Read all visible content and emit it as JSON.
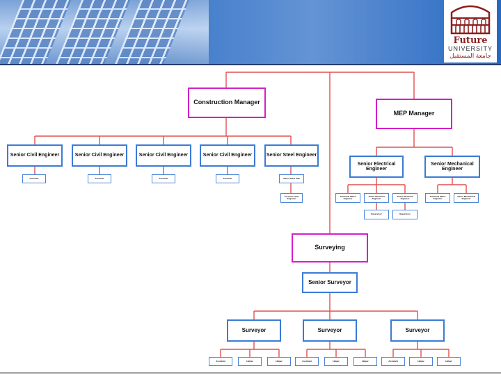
{
  "header": {
    "logo": {
      "word_en": "Future",
      "word_en2": "UNIVERSITY",
      "word_ar": "جامعة المستقبل",
      "color": "#8b1e1e"
    }
  },
  "colors": {
    "manager_border": "#d41fc8",
    "engineer_border": "#3a7bd5",
    "connector": "#e05050"
  },
  "org": {
    "construction_manager": "Construction Manager",
    "mep_manager": "MEP Manager",
    "civil_engineers": [
      "Senior Civil Engineer",
      "Senior Civil Engineer",
      "Senior Civil Engineer",
      "Senior Civil Engineer"
    ],
    "steel_engineer": "Senior Steel Engineer",
    "foremen": [
      "Foreman",
      "Foreman",
      "Foreman",
      "Foreman"
    ],
    "junior_steel": "Junior Steel man",
    "foreman_steel": "Foreman steel Engineer",
    "electrical_engineer": "Senior Electrical Engineer",
    "mechanical_engineer": "Senior Mechanical Engineer",
    "electrical_subs": [
      "Technical Office Engineer",
      "Junior Electrical Engineer",
      "Junior Electrical Engineer"
    ],
    "electrical_supervisors": [
      "Supervisor",
      "Supervisor"
    ],
    "mechanical_subs": [
      "Technical Office Engineer",
      "Junior Mechanical Engineer"
    ],
    "surveying": "Surveying",
    "senior_surveyor": "Senior Surveyor",
    "surveyors": [
      "Surveyor",
      "Surveyor",
      "Surveyor"
    ],
    "survey_staff": [
      [
        "Assistant",
        "Helper",
        "Helper"
      ],
      [
        "Assistant",
        "Helper",
        "Helper"
      ],
      [
        "Assistant",
        "Helper",
        "Helper"
      ]
    ]
  }
}
